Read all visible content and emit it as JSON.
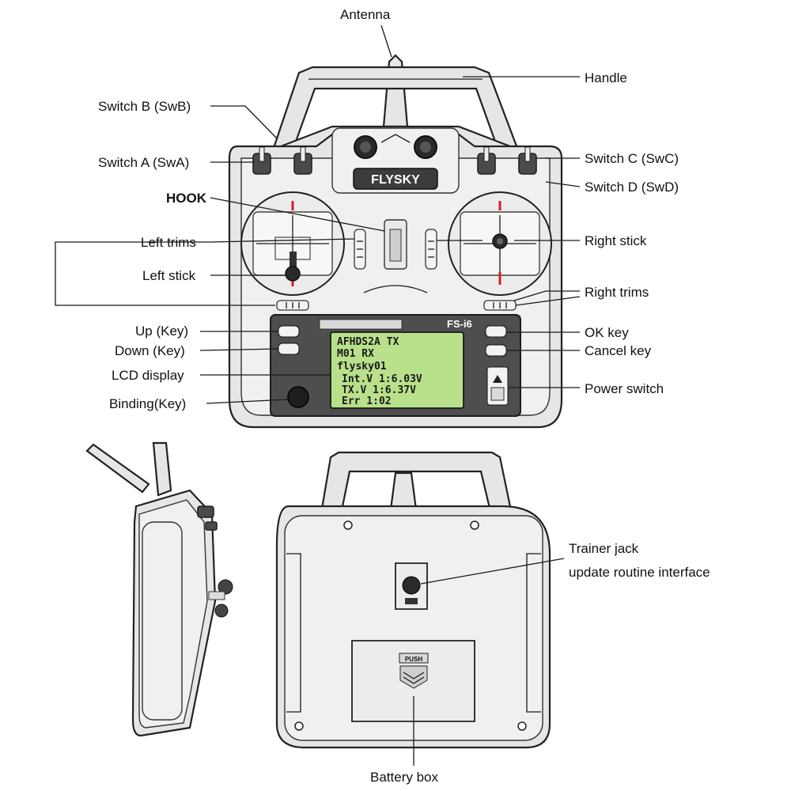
{
  "brand": "FLYSKY",
  "model": "FS-i6",
  "push_label": "PUSH",
  "lcd": {
    "line1": "AFHDS2A TX",
    "line2": "M01      RX",
    "line3": "flysky01",
    "line4": "Int.V 1:6.03V",
    "line5": "TX.V 1:6.37V",
    "line6": "Err 1:02"
  },
  "callouts": {
    "antenna": "Antenna",
    "handle": "Handle",
    "switch_b": "Switch B (SwB)",
    "switch_a": "Switch A (SwA)",
    "hook": "HOOK",
    "left_trims": "Left trims",
    "left_stick": "Left stick",
    "up_key": "Up (Key)",
    "down_key": "Down (Key)",
    "lcd_display": "LCD display",
    "binding_key": "Binding(Key)",
    "switch_c": "Switch C (SwC)",
    "switch_d": "Switch D (SwD)",
    "right_stick": "Right stick",
    "right_trims": "Right trims",
    "ok_key": "OK key",
    "cancel_key": "Cancel key",
    "power_switch": "Power switch",
    "trainer_jack": "Trainer jack",
    "update_interface": "update routine interface",
    "battery_box": "Battery box"
  },
  "colors": {
    "lcd_green": "#b9e08a",
    "body_gray": "#e6e6e6",
    "panel_dark": "#4a4a4a",
    "stick_marker": "#d0202a"
  }
}
